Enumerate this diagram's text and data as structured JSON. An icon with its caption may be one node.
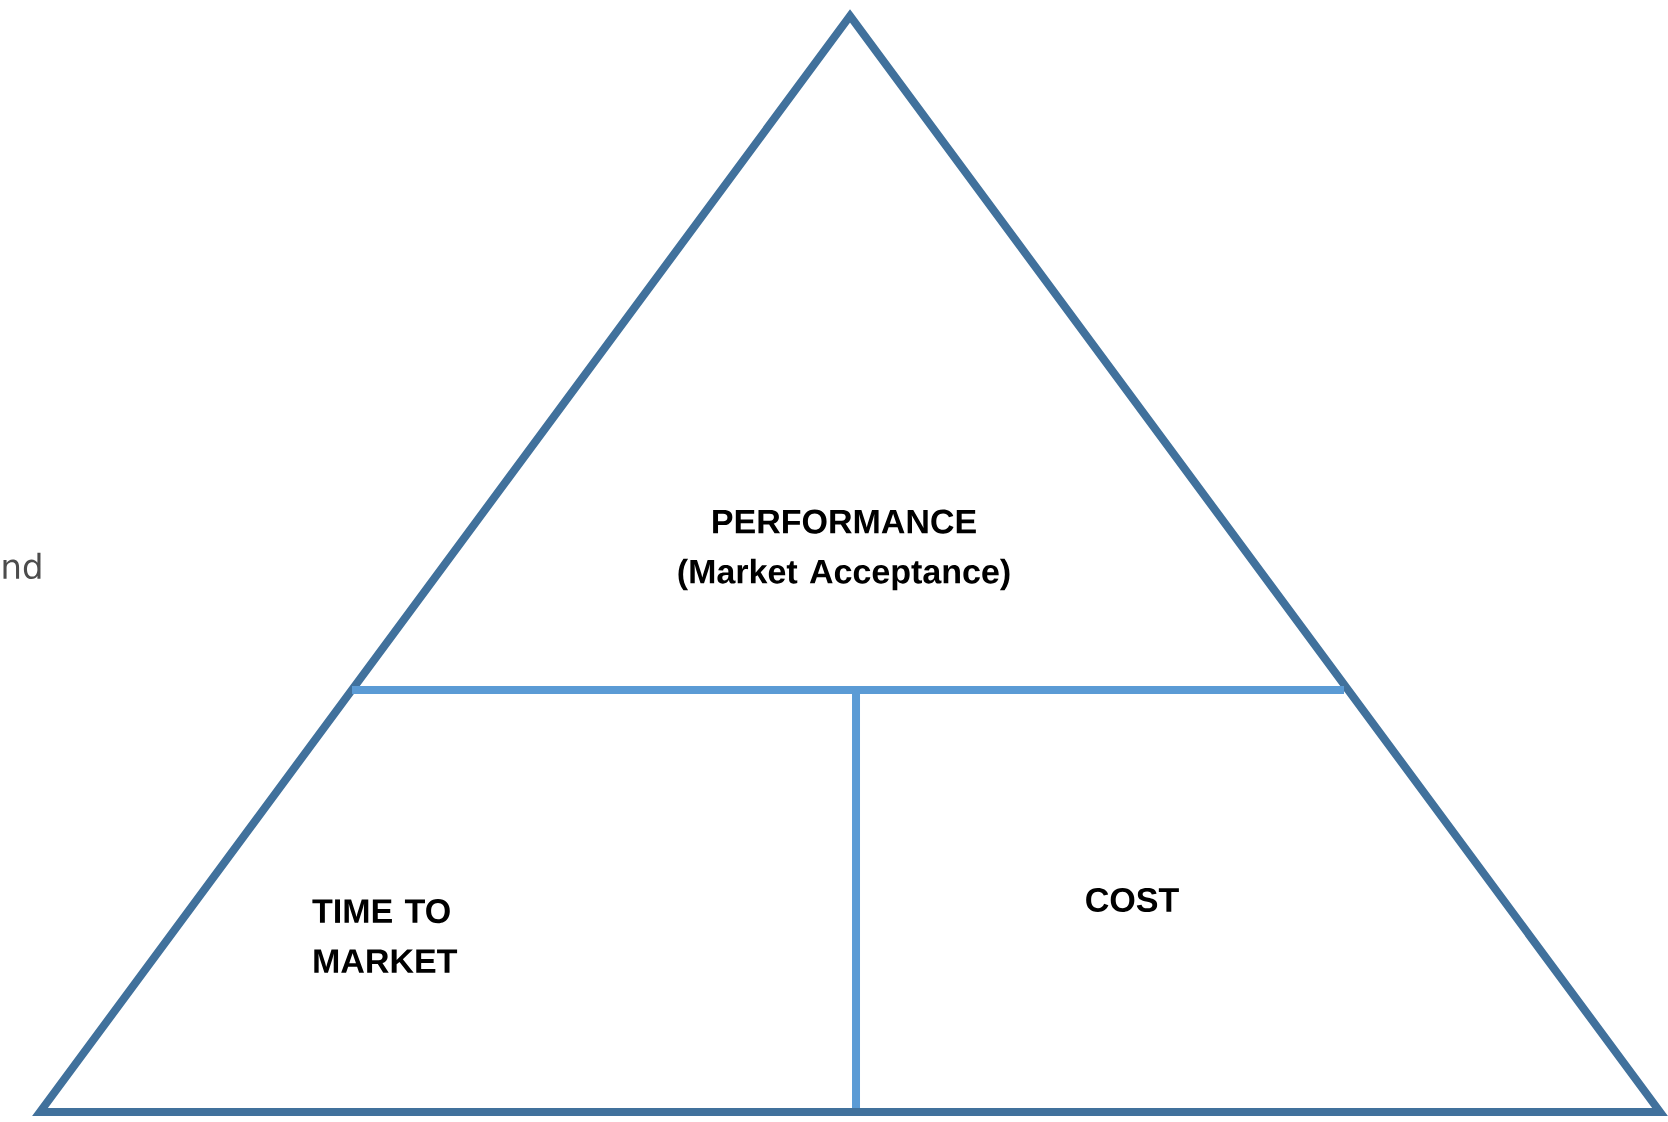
{
  "diagram": {
    "nodes": [
      {
        "text": [
          "PERFORMANCE (Market Acceptance)"
        ]
      },
      {
        "text": [
          "TIME TO MARKET"
        ]
      },
      {
        "text": [
          "COST"
        ]
      }
    ],
    "labels": [
      "nd"
    ]
  }
}
